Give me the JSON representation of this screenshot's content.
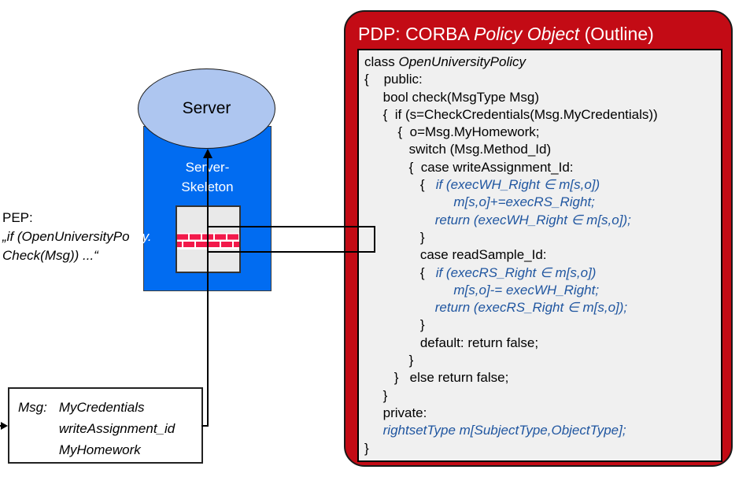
{
  "colors": {
    "pdp_red": "#C30B15",
    "skeleton_blue": "#016CF1",
    "server_fill": "#AEC6F0",
    "brick_red": "#F2194A",
    "code_blue": "#2056A0",
    "panel_gray": "#F0F0F0",
    "firewall_gray": "#E9E9E9"
  },
  "icons": {
    "firewall": "brick-wall-icon",
    "flow": "arrow-up-icon",
    "incoming": "arrow-right-icon"
  },
  "server": {
    "label": "Server"
  },
  "skeleton": {
    "line1": "Server-",
    "line2": "Skeleton"
  },
  "pep": {
    "line1": "PEP:",
    "line2_black": "„if (OpenUniversityPo",
    "line2_white": "licy.",
    "line3": "Check(Msg)) ...“"
  },
  "msg_box": {
    "label": "Msg:",
    "items": [
      "MyCredentials",
      "writeAssignment_id",
      "MyHomework"
    ]
  },
  "pdp": {
    "title": {
      "prefix": "PDP: CORBA ",
      "italic": "Policy Object",
      "suffix": " (Outline)"
    },
    "code_lines": [
      {
        "segments": [
          {
            "t": "class ",
            "s": "k"
          },
          {
            "t": "OpenUniversityPolicy",
            "s": "ki"
          }
        ]
      },
      {
        "segments": [
          {
            "t": "{    public:",
            "s": "k"
          }
        ]
      },
      {
        "segments": [
          {
            "t": "     bool check(MsgType Msg)",
            "s": "k"
          }
        ]
      },
      {
        "segments": [
          {
            "t": "     {  if (s=CheckCredentials(Msg.MyCredentials))",
            "s": "k"
          }
        ]
      },
      {
        "segments": [
          {
            "t": "         {  o=Msg.MyHomework;",
            "s": "k"
          }
        ]
      },
      {
        "segments": [
          {
            "t": "            switch (Msg.Method_Id)",
            "s": "k"
          }
        ]
      },
      {
        "segments": [
          {
            "t": "            {  case writeAssignment_Id:",
            "s": "k"
          }
        ]
      },
      {
        "segments": [
          {
            "t": "               {   ",
            "s": "k"
          },
          {
            "t": "if (execWH_Right ∈ m[s,o])",
            "s": "b"
          }
        ]
      },
      {
        "segments": [
          {
            "t": "                        ",
            "s": "k"
          },
          {
            "t": "m[s,o]+=execRS_Right;",
            "s": "b"
          }
        ]
      },
      {
        "segments": [
          {
            "t": "                   ",
            "s": "k"
          },
          {
            "t": "return (execWH_Right ∈ m[s,o]);",
            "s": "b"
          }
        ]
      },
      {
        "segments": [
          {
            "t": "               }",
            "s": "k"
          }
        ]
      },
      {
        "segments": [
          {
            "t": "               case readSample_Id:",
            "s": "k"
          }
        ]
      },
      {
        "segments": [
          {
            "t": "               {   ",
            "s": "k"
          },
          {
            "t": "if (execRS_Right ∈ m[s,o])",
            "s": "b"
          }
        ]
      },
      {
        "segments": [
          {
            "t": "                        ",
            "s": "k"
          },
          {
            "t": "m[s,o]-= execWH_Right;",
            "s": "b"
          }
        ]
      },
      {
        "segments": [
          {
            "t": "                   ",
            "s": "k"
          },
          {
            "t": "return (execRS_Right ∈ m[s,o]);",
            "s": "b"
          }
        ]
      },
      {
        "segments": [
          {
            "t": "               }",
            "s": "k"
          }
        ]
      },
      {
        "segments": [
          {
            "t": "               default: return false;",
            "s": "k"
          }
        ]
      },
      {
        "segments": [
          {
            "t": "            }",
            "s": "k"
          }
        ]
      },
      {
        "segments": [
          {
            "t": "        }   else return false;",
            "s": "k"
          }
        ]
      },
      {
        "segments": [
          {
            "t": "     }",
            "s": "k"
          }
        ]
      },
      {
        "segments": [
          {
            "t": "     private:",
            "s": "k"
          }
        ]
      },
      {
        "segments": [
          {
            "t": "     ",
            "s": "k"
          },
          {
            "t": "rightsetType m[SubjectType,ObjectType];",
            "s": "b"
          }
        ]
      },
      {
        "segments": [
          {
            "t": "}",
            "s": "k"
          }
        ]
      }
    ]
  }
}
